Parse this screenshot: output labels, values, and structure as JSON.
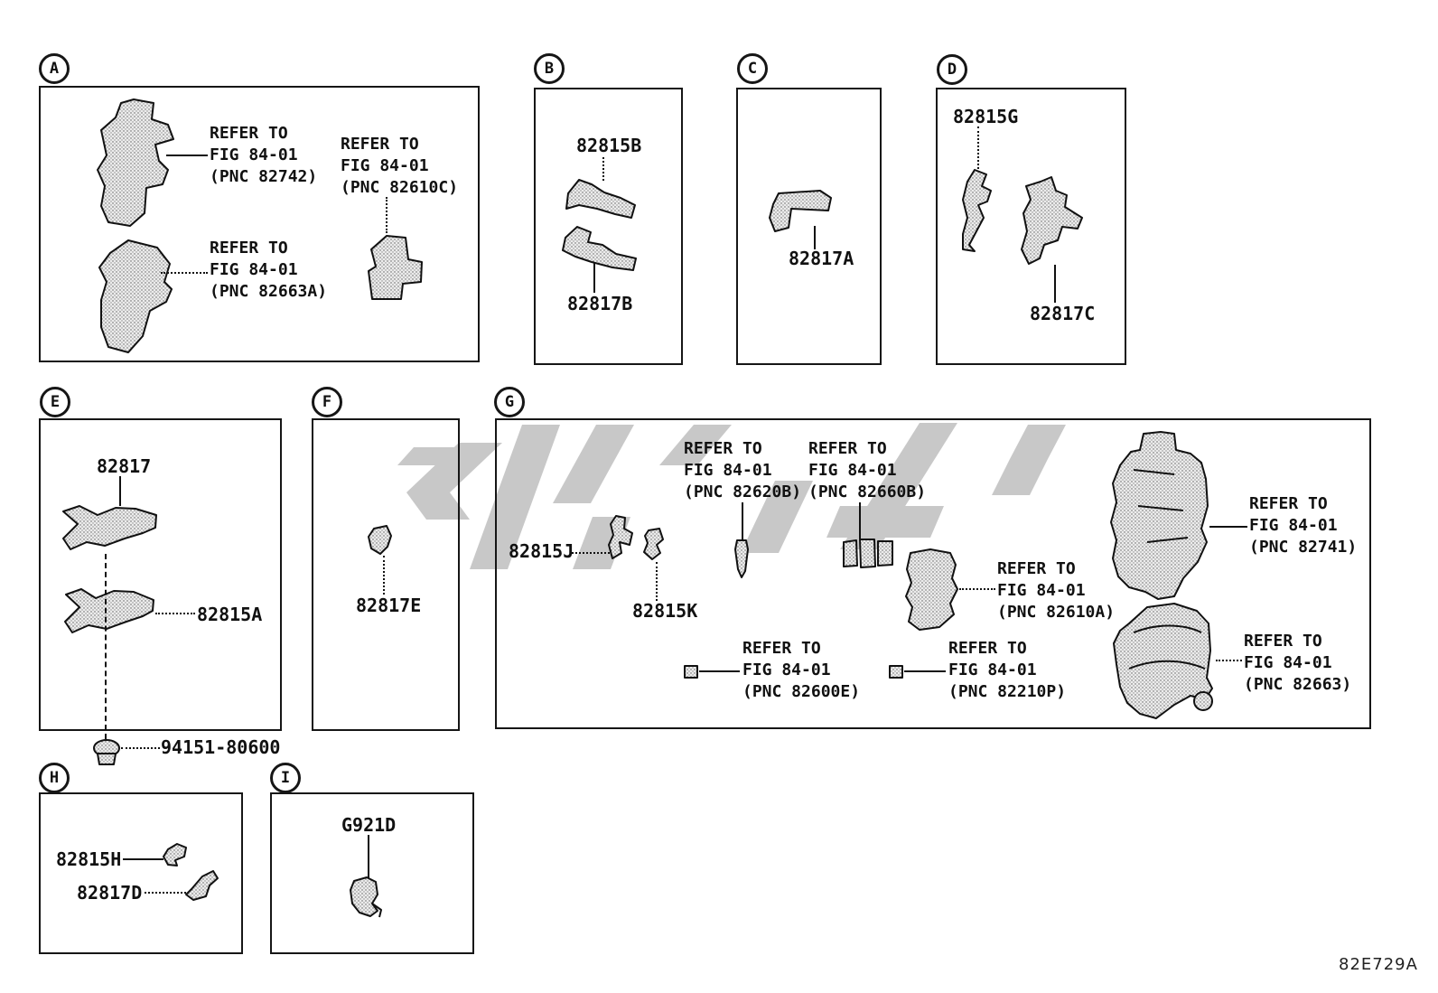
{
  "ink": "#111111",
  "watermark_color": "#c8c8c8",
  "footer": {
    "code": "82E729A"
  },
  "sections": {
    "a": {
      "label": "A",
      "refs": {
        "r82742": [
          "REFER TO",
          "FIG 84-01",
          "(PNC 82742)"
        ],
        "r82610c": [
          "REFER TO",
          "FIG 84-01",
          "(PNC 82610C)"
        ],
        "r82663a": [
          "REFER TO",
          "FIG 84-01",
          "(PNC 82663A)"
        ]
      }
    },
    "b": {
      "label": "B",
      "parts": {
        "p82815b": "82815B",
        "p82817b": "82817B"
      }
    },
    "c": {
      "label": "C",
      "parts": {
        "p82817a": "82817A"
      }
    },
    "d": {
      "label": "D",
      "parts": {
        "p82815g": "82815G",
        "p82817c": "82817C"
      }
    },
    "e": {
      "label": "E",
      "parts": {
        "p82817": "82817",
        "p82815a": "82815A",
        "p94151_80600": "94151-80600"
      }
    },
    "f": {
      "label": "F",
      "parts": {
        "p82817e": "82817E"
      }
    },
    "g": {
      "label": "G",
      "parts": {
        "p82815j": "82815J",
        "p82815k": "82815K"
      },
      "refs": {
        "r82620b": [
          "REFER TO",
          "FIG 84-01",
          "(PNC 82620B)"
        ],
        "r82660b": [
          "REFER TO",
          "FIG 84-01",
          "(PNC 82660B)"
        ],
        "r82610a": [
          "REFER TO",
          "FIG 84-01",
          "(PNC 82610A)"
        ],
        "r82600e": [
          "REFER TO",
          "FIG 84-01",
          "(PNC 82600E)"
        ],
        "r82210p": [
          "REFER TO",
          "FIG 84-01",
          "(PNC 82210P)"
        ],
        "r82741": [
          "REFER TO",
          "FIG 84-01",
          "(PNC 82741)"
        ],
        "r82663": [
          "REFER TO",
          "FIG 84-01",
          "(PNC 82663)"
        ]
      }
    },
    "h": {
      "label": "H",
      "parts": {
        "p82815h": "82815H",
        "p82817d": "82817D"
      }
    },
    "i": {
      "label": "I",
      "parts": {
        "pg921d": "G921D"
      }
    }
  }
}
